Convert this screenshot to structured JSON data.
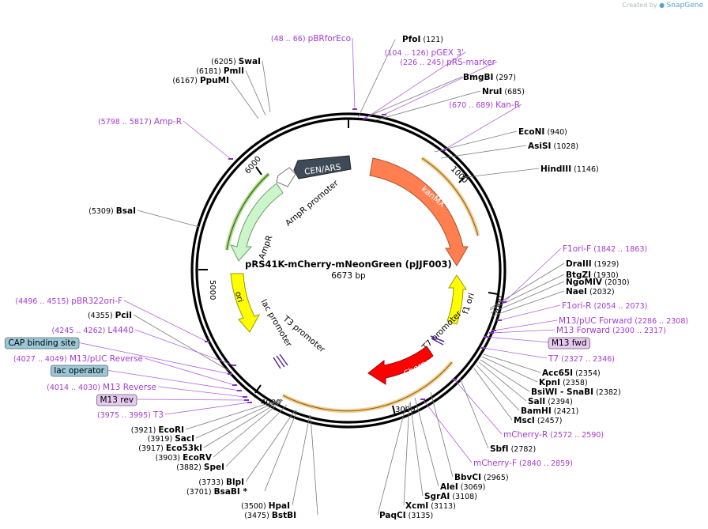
{
  "credit": {
    "prefix": "Created by",
    "brand": "SnapGene"
  },
  "plasmid": {
    "name": "pRS41K-mCherry-mNeonGreen (pJJF003)",
    "size": "6673 bp"
  },
  "ticks": [
    "1000",
    "2000",
    "3000",
    "4000",
    "5000",
    "6000"
  ],
  "features": [
    {
      "name": "CEN/ARS",
      "color": "#3f4a58"
    },
    {
      "name": "kanMX",
      "color": "#ff7f50"
    },
    {
      "name": "AmpR promoter",
      "color": "#ffffff"
    },
    {
      "name": "AmpR",
      "color": "#ccf5cc"
    },
    {
      "name": "ori",
      "color": "#ffff00"
    },
    {
      "name": "f1 ori",
      "color": "#ffff00"
    },
    {
      "name": "lac promoter",
      "color": "#ffffff"
    },
    {
      "name": "T3 promoter",
      "color": "#ffffff"
    },
    {
      "name": "T7 promoter",
      "color": "#ffffff"
    },
    {
      "name": "mCherry",
      "color": "#ff0000"
    }
  ],
  "sites": [
    {
      "name": "PfoI",
      "pos": "(121)"
    },
    {
      "name": "BmgBI",
      "pos": "(297)"
    },
    {
      "name": "NruI",
      "pos": "(685)"
    },
    {
      "name": "EcoNI",
      "pos": "(940)"
    },
    {
      "name": "AsiSI",
      "pos": "(1028)"
    },
    {
      "name": "HindIII",
      "pos": "(1146)"
    },
    {
      "name": "DraIII",
      "pos": "(1929)"
    },
    {
      "name": "BtgZI",
      "pos": "(1930)"
    },
    {
      "name": "NgoMIV",
      "pos": "(2030)"
    },
    {
      "name": "NaeI",
      "pos": "(2032)"
    },
    {
      "name": "Acc65I",
      "pos": "(2354)"
    },
    {
      "name": "KpnI",
      "pos": "(2358)"
    },
    {
      "name": "BsiWI  -  SnaBI",
      "pos": "(2382)"
    },
    {
      "name": "SalI",
      "pos": "(2394)"
    },
    {
      "name": "BamHI",
      "pos": "(2421)"
    },
    {
      "name": "MscI",
      "pos": "(2457)"
    },
    {
      "name": "SbfI",
      "pos": "(2782)"
    },
    {
      "name": "BbvCI",
      "pos": "(2965)"
    },
    {
      "name": "AleI",
      "pos": "(3069)"
    },
    {
      "name": "SgrAI",
      "pos": "(3108)"
    },
    {
      "name": "XcmI",
      "pos": "(3113)"
    },
    {
      "name": "PaqCI",
      "pos": "(3135)"
    },
    {
      "name": "BstBI",
      "pos": "(3475)"
    },
    {
      "name": "HpaI",
      "pos": "(3500)"
    },
    {
      "name": "BsaBI  *",
      "pos": "(3701)"
    },
    {
      "name": "BlpI",
      "pos": "(3733)"
    },
    {
      "name": "SpeI",
      "pos": "(3882)"
    },
    {
      "name": "EcoRV",
      "pos": "(3903)"
    },
    {
      "name": "Eco53kI",
      "pos": "(3917)"
    },
    {
      "name": "SacI",
      "pos": "(3919)"
    },
    {
      "name": "EcoRI",
      "pos": "(3921)"
    },
    {
      "name": "PciI",
      "pos": "(4355)"
    },
    {
      "name": "BsaI",
      "pos": "(5309)"
    },
    {
      "name": "PpuMI",
      "pos": "(6167)"
    },
    {
      "name": "PmlI",
      "pos": "(6181)"
    },
    {
      "name": "SwaI",
      "pos": "(6205)"
    }
  ],
  "primers": [
    {
      "name": "pBRforEco",
      "pos": "(48 .. 66)"
    },
    {
      "name": "pGEX 3'",
      "pos": "(104 .. 126)"
    },
    {
      "name": "pRS-marker",
      "pos": "(226 .. 245)"
    },
    {
      "name": "Kan-R",
      "pos": "(670 .. 689)"
    },
    {
      "name": "F1ori-F",
      "pos": "(1842 .. 1863)"
    },
    {
      "name": "F1ori-R",
      "pos": "(2054 .. 2073)"
    },
    {
      "name": "M13/pUC Forward",
      "pos": "(2286 .. 2308)"
    },
    {
      "name": "M13 Forward",
      "pos": "(2300 .. 2317)"
    },
    {
      "name": "M13 fwd",
      "pos": ""
    },
    {
      "name": "T7",
      "pos": "(2327 .. 2346)"
    },
    {
      "name": "mCherry-R",
      "pos": "(2572 .. 2590)"
    },
    {
      "name": "mCherry-F",
      "pos": "(2840 .. 2859)"
    },
    {
      "name": "T3",
      "pos": "(3975 .. 3995)"
    },
    {
      "name": "M13 rev",
      "pos": ""
    },
    {
      "name": "M13 Reverse",
      "pos": "(4014 .. 4030)"
    },
    {
      "name": "lac operator",
      "pos": ""
    },
    {
      "name": "M13/pUC Reverse",
      "pos": "(4027 .. 4049)"
    },
    {
      "name": "CAP binding site",
      "pos": ""
    },
    {
      "name": "L4440",
      "pos": "(4245 .. 4262)"
    },
    {
      "name": "pBR322ori-F",
      "pos": "(4496 .. 4515)"
    },
    {
      "name": "Amp-R",
      "pos": "(5798 .. 5817)"
    }
  ]
}
